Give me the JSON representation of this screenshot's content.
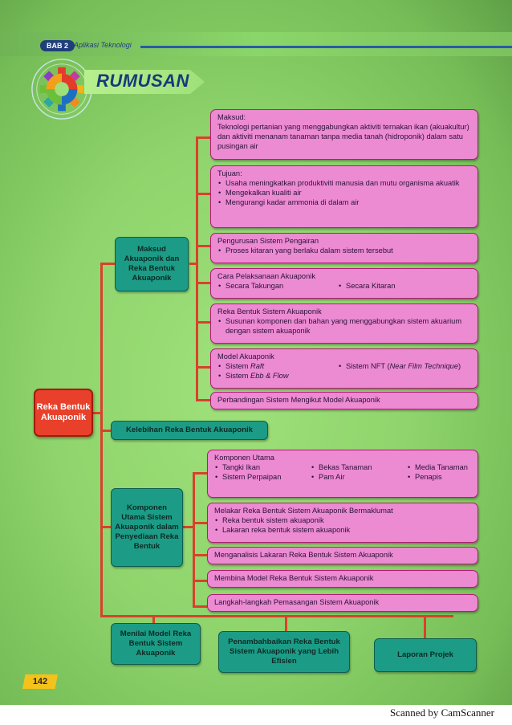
{
  "header": {
    "chapter_chip": "BAB 2",
    "chapter_title": "Aplikasi Teknologi",
    "section_title": "RUMUSAN"
  },
  "root": "Reka Bentuk Akuaponik",
  "branch1": {
    "label": "Maksud Akuaponik dan Reka Bentuk Akuaponik",
    "maksud": {
      "title": "Maksud:",
      "text": "Teknologi pertanian yang menggabungkan aktiviti ternakan ikan (akuakultur) dan aktiviti menanam tanaman tanpa media tanah (hidroponik) dalam satu pusingan air"
    },
    "tujuan": {
      "title": "Tujuan:",
      "items": [
        "Usaha meningkatkan produktiviti manusia dan mutu organisma akuatik",
        "Mengekalkan kualiti air",
        "Mengurangi kadar ammonia di dalam air"
      ]
    },
    "pengairan": {
      "title": "Pengurusan Sistem Pengairan",
      "items": [
        "Proses kitaran yang berlaku dalam sistem tersebut"
      ]
    },
    "pelaksanaan": {
      "title": "Cara Pelaksanaan Akuaponik",
      "item1": "Secara Takungan",
      "item2": "Secara Kitaran"
    },
    "reka": {
      "title": "Reka Bentuk Sistem Akuaponik",
      "items": [
        "Susunan komponen dan bahan yang menggabungkan sistem akuarium dengan sistem akuaponik"
      ]
    },
    "model": {
      "title": "Model Akuaponik",
      "item1_pre": "Sistem ",
      "item1_it": "Raft",
      "item2_pre": "Sistem ",
      "item2_it": "Ebb & Flow",
      "item3_pre": "Sistem NFT (",
      "item3_it": "Near Film Technique",
      "item3_post": ")"
    },
    "perbandingan": "Perbandingan Sistem Mengikut Model Akuaponik"
  },
  "branch2": {
    "label": "Kelebihan Reka Bentuk Akuaponik"
  },
  "branch3": {
    "label": "Komponen Utama Sistem Akuaponik dalam Penyediaan Reka Bentuk",
    "komponen": {
      "title": "Komponen Utama",
      "col1": [
        "Tangki Ikan",
        "Sistem Perpaipan"
      ],
      "col2": [
        "Bekas Tanaman",
        "Pam Air"
      ],
      "col3": [
        "Media Tanaman",
        "Penapis"
      ]
    },
    "melakar": {
      "title": "Melakar Reka Bentuk Sistem Akuaponik Bermaklumat",
      "items": [
        "Reka bentuk sistem akuaponik",
        "Lakaran reka bentuk sistem akuaponik"
      ]
    },
    "menganalisis": "Menganalisis Lakaran Reka Bentuk Sistem Akuaponik",
    "membina": "Membina Model Reka Bentuk Sistem Akuaponik",
    "langkah": "Langkah-langkah Pemasangan Sistem Akuaponik"
  },
  "bottom": [
    "Menilai Model Reka Bentuk Sistem Akuaponik",
    "Penambahbaikan Reka Bentuk Sistem Akuaponik yang Lebih Efisien",
    "Laporan Projek"
  ],
  "page_number": "142",
  "footer": "Scanned by CamScanner",
  "colors": {
    "connector": "#d8412c",
    "pink_box": "#ec8ad2",
    "teal_box": "#1c9c86",
    "root_box": "#e8402a"
  }
}
